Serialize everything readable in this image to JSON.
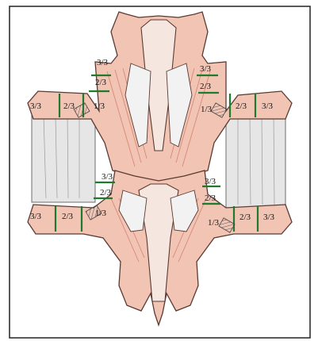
{
  "diagram": {
    "palette": {
      "bone": "#f1c4b4",
      "bone_line": "#5a3a32",
      "muscle": "#e9a898",
      "ligament": "#e6e6e6",
      "zone_line": "#1f7a2e",
      "hatch": "#555555"
    },
    "labels": {
      "ul_a": "3/3",
      "ul_b": "2/3",
      "ul_c": "1/3",
      "ul_top_a": "3/3",
      "ul_top_b": "2/3",
      "ur_top_a": "3/3",
      "ur_top_b": "2/3",
      "ur_a": "1/3",
      "ur_b": "2/3",
      "ur_c": "3/3",
      "ll_top_a": "3/3",
      "ll_top_b": "2/3",
      "ll_top_c": "1/3",
      "ll_a": "3/3",
      "ll_b": "2/3",
      "lr_top_a": "3/3",
      "lr_top_b": "2/3",
      "lr_a": "1/3",
      "lr_b": "2/3",
      "lr_c": "3/3"
    }
  }
}
